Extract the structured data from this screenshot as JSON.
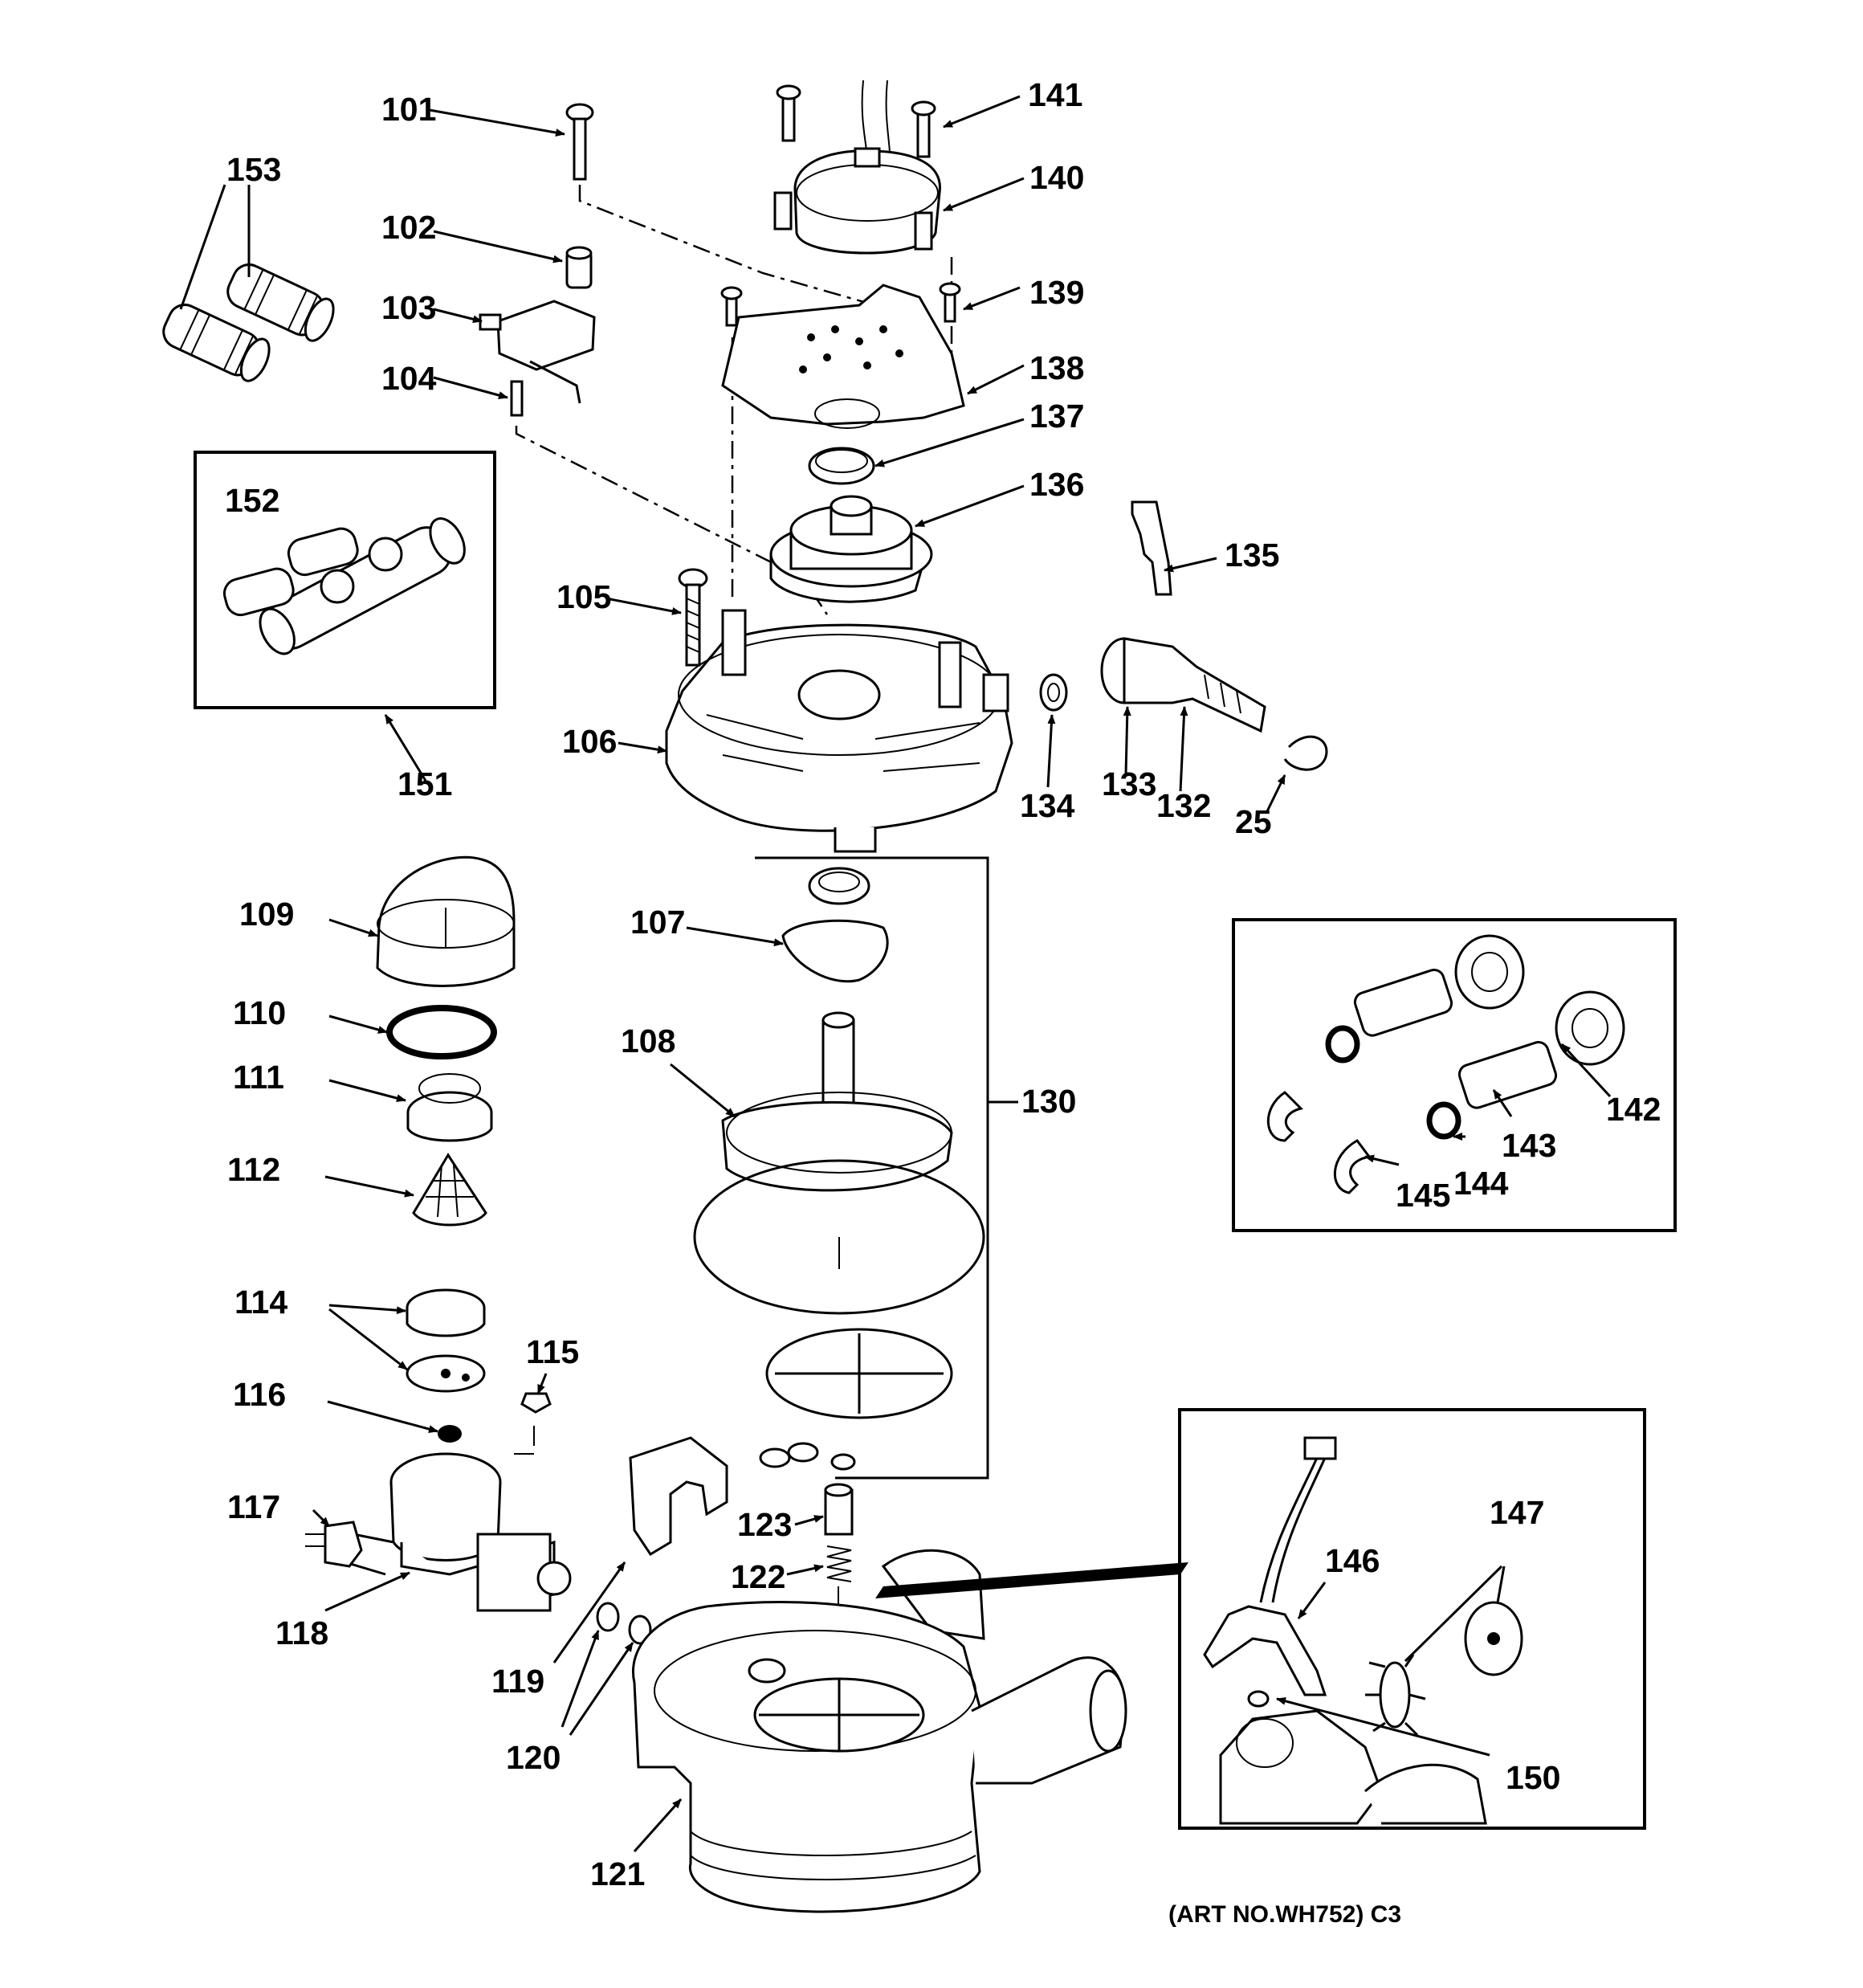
{
  "labels": {
    "l25": "25",
    "l101": "101",
    "l102": "102",
    "l103": "103",
    "l104": "104",
    "l105": "105",
    "l106": "106",
    "l107": "107",
    "l108": "108",
    "l109": "109",
    "l110": "110",
    "l111": "111",
    "l112": "112",
    "l114": "114",
    "l115": "115",
    "l116": "116",
    "l117": "117",
    "l118": "118",
    "l119": "119",
    "l120": "120",
    "l121": "121",
    "l122": "122",
    "l123": "123",
    "l130": "130",
    "l132": "132",
    "l133": "133",
    "l134": "134",
    "l135": "135",
    "l136": "136",
    "l137": "137",
    "l138": "138",
    "l139": "139",
    "l140": "140",
    "l141": "141",
    "l142": "142",
    "l143": "143",
    "l144": "144",
    "l145": "145",
    "l146": "146",
    "l147": "147",
    "l150": "150",
    "l151": "151",
    "l152": "152",
    "l153": "153"
  },
  "art_number": "(ART NO.WH752) C3"
}
